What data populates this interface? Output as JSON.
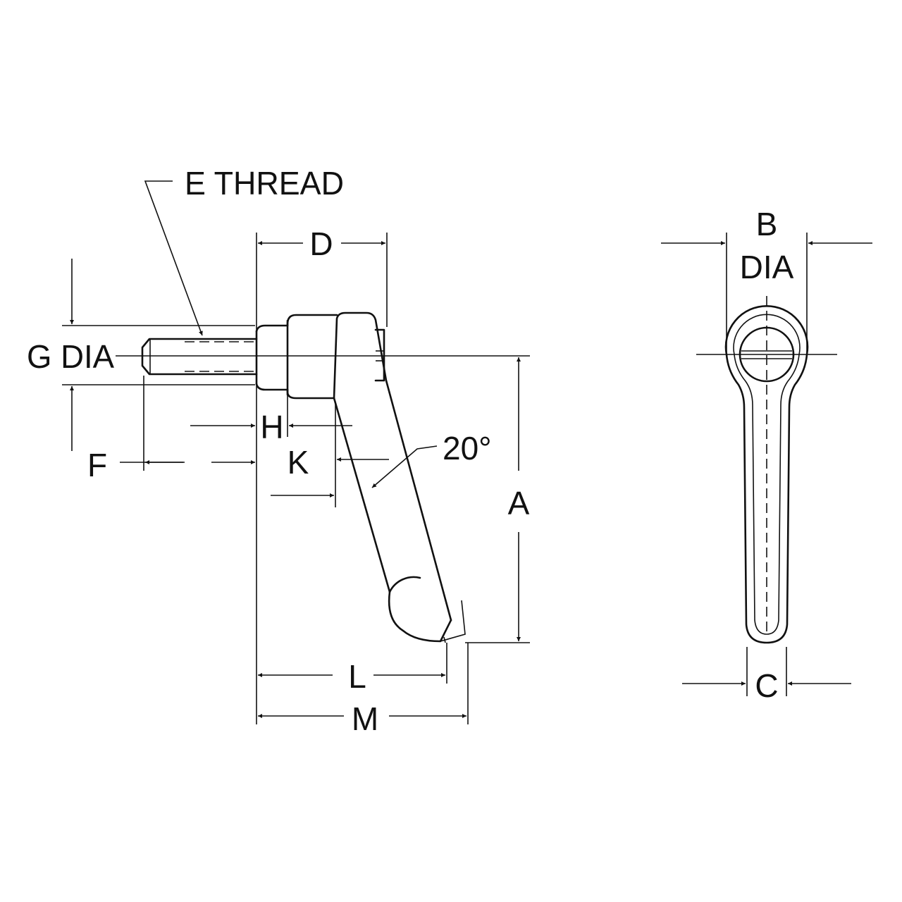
{
  "labels": {
    "e_thread": "E THREAD",
    "d": "D",
    "g_dia": "G DIA",
    "h": "H",
    "k": "K",
    "f": "F",
    "angle": "20°",
    "a": "A",
    "l": "L",
    "m": "M",
    "b": "B",
    "b_dia": "DIA",
    "c": "C"
  },
  "colors": {
    "line": "#111111",
    "background": "#ffffff"
  }
}
